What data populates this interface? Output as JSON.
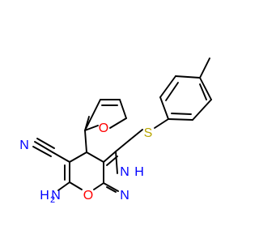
{
  "molecule": {
    "colors": {
      "bond": "#000000",
      "oxygen": "#ff0000",
      "nitrogen": "#0000ff",
      "sulfur": "#b8a600",
      "background": "#ffffff"
    },
    "labels": {
      "furan_oxygen": "O",
      "ring_oxygen": "O",
      "sulfur": "S",
      "nitrile_nitrogen": "N",
      "pyrazole_n1": "N",
      "pyrazole_nh": "N",
      "nh_hydrogen": "H",
      "amine": "H",
      "amine_n": "N",
      "amine_sub": "2"
    }
  }
}
